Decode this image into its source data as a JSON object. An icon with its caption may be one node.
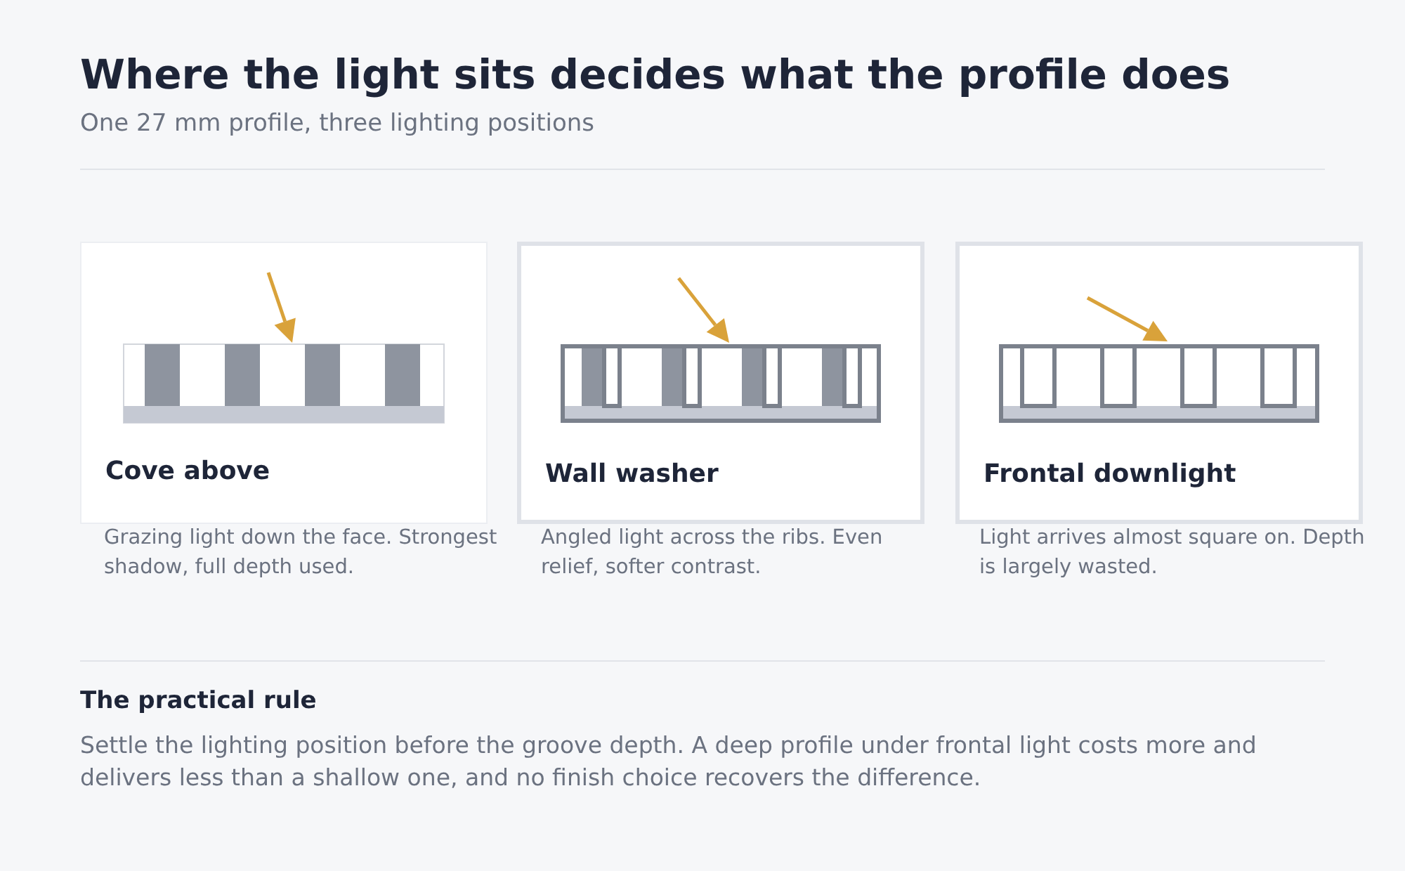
{
  "diagram": {
    "title": "Where the light sits decides what the profile does",
    "nodes": [
      {
        "text": [
          "Cove above"
        ],
        "beside": [
          "Grazing light down the face. Strongest shadow, full depth used."
        ]
      },
      {
        "text": [
          "Wall washer"
        ],
        "beside": [
          "Angled light across the ribs. Even relief, softer contrast."
        ]
      },
      {
        "text": [
          "Frontal downlight"
        ],
        "beside": [
          "Light arrives almost square on. Depth is largely wasted."
        ]
      }
    ],
    "edges": [],
    "labels": [
      "One 27 mm profile, three lighting positions",
      "The practical rule",
      "Settle the lighting position before the groove depth. A deep profile under frontal light costs more and delivers less than a shallow one, and no finish choice recovers the difference."
    ]
  }
}
